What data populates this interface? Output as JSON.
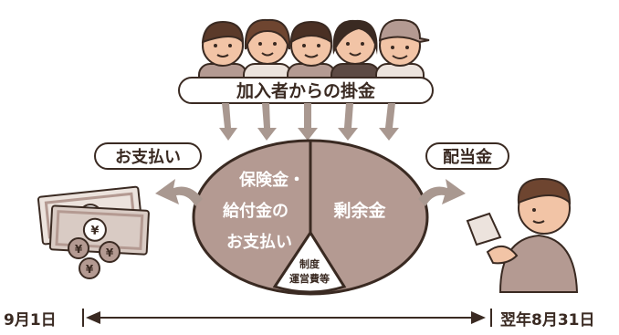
{
  "title": "加入者からの掛金",
  "payout_label": "お支払い",
  "dividend_label": "配当金",
  "pie": {
    "left_line1": "保険金・",
    "left_line2": "給付金の",
    "left_line3": "お支払い",
    "right_label": "剰余金",
    "bottom_line1": "制度",
    "bottom_line2": "運営費等"
  },
  "timeline": {
    "start": "9月1日",
    "end": "翌年8月31日"
  },
  "yen_symbol": "¥",
  "colors": {
    "brown": "#3a2a22",
    "pie_fill": "#b49a92",
    "arrow_fill": "#a99890",
    "skin": "#f2c4a6"
  },
  "icons": [
    "people-group-icon",
    "banknotes-coins-icon",
    "recipient-person-icon"
  ]
}
